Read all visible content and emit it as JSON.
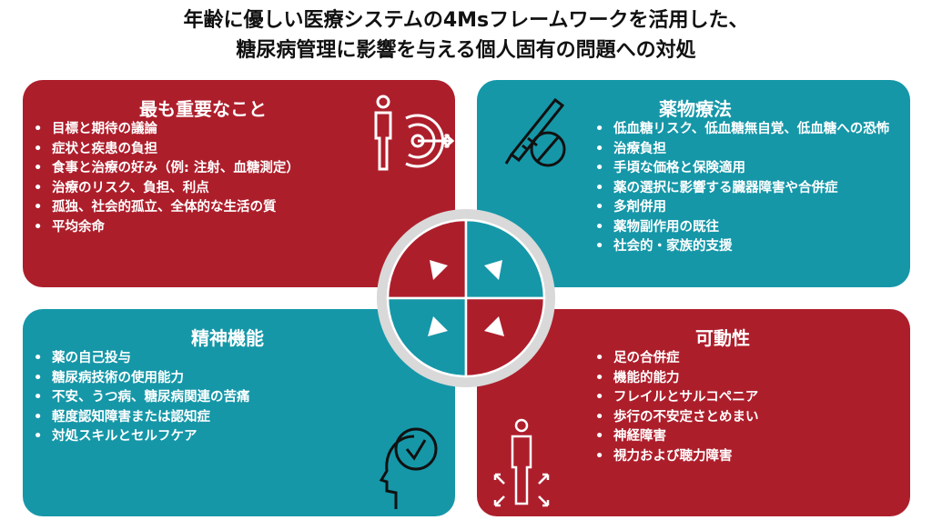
{
  "title": {
    "line1": "年齢に優しい医療システムの4Msフレームワークを活用した、",
    "line2": "糖尿病管理に影響を与える個人固有の問題への対処"
  },
  "panels": {
    "what_matters": {
      "heading": "最も重要なこと",
      "items": [
        "目標と期待の議論",
        "症状と疾患の負担",
        "食事と治療の好み（例: 注射、血糖測定）",
        "治療のリスク、負担、利点",
        "孤独、社会的孤立、全体的な生活の質",
        "平均余命"
      ]
    },
    "medication": {
      "heading": "薬物療法",
      "items": [
        "低血糖リスク、低血糖無自覚、低血糖への恐怖",
        "治療負担",
        "手頃な価格と保険適用",
        "薬の選択に影響する臓器障害や合併症",
        "多剤併用",
        "薬物副作用の既往",
        "社会的・家族的支援"
      ]
    },
    "mentation": {
      "heading": "精神機能",
      "items": [
        "薬の自己投与",
        "糖尿病技術の使用能力",
        "不安、うつ病、糖尿病関連の苦痛",
        "軽度認知障害または認知症",
        "対処スキルとセルフケア"
      ]
    },
    "mobility": {
      "heading": "可動性",
      "items": [
        "足の合併症",
        "機能的能力",
        "フレイルとサルコペニア",
        "歩行の不安定さとめまい",
        "神経障害",
        "視力および聴力障害"
      ]
    }
  },
  "colors": {
    "red": "#ad1e2b",
    "teal": "#1597a8"
  }
}
